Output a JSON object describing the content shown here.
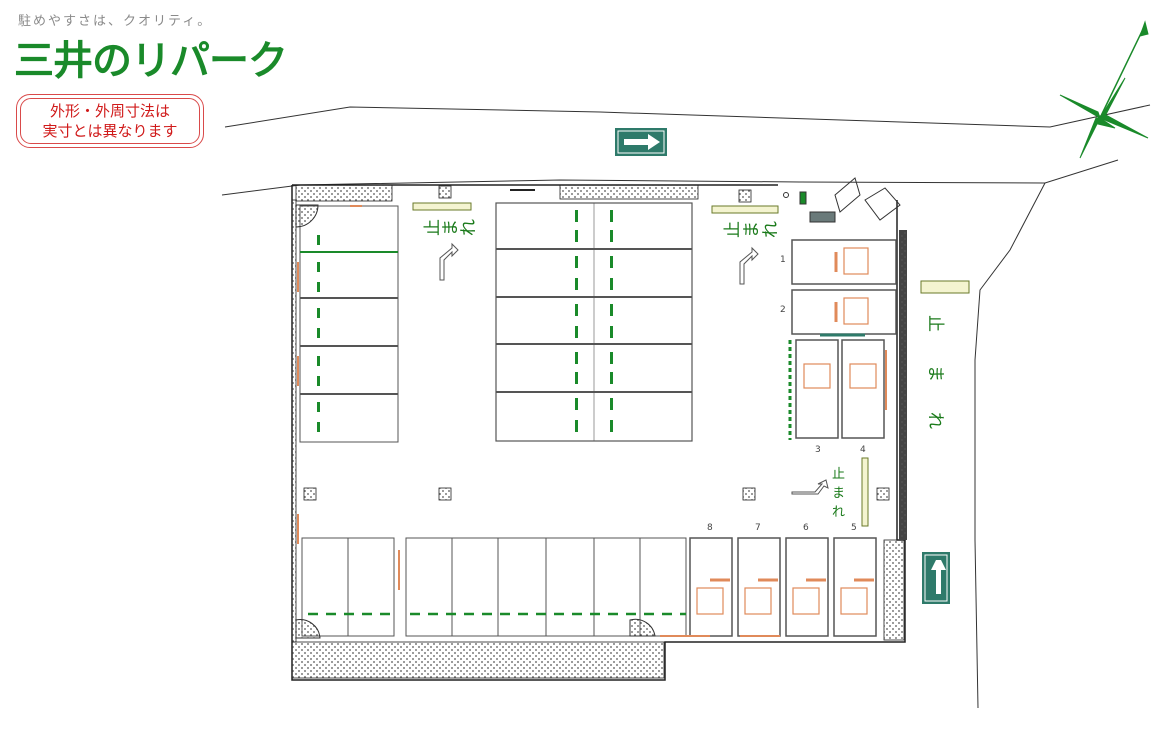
{
  "brand": {
    "tagline": "駐めやすさは、クオリティ。",
    "logo_text": "三井のリパーク",
    "brand_color": "#1a8a2a"
  },
  "notice": {
    "line1": "外形・外周寸法は",
    "line2": "実寸とは異なります"
  },
  "map": {
    "stop_marking": [
      "止",
      "ま",
      "れ"
    ],
    "right_bay_numbers": [
      "1",
      "2",
      "3",
      "4"
    ],
    "bottom_bay_numbers": [
      "8",
      "7",
      "6",
      "5"
    ],
    "direction_arrows": [
      {
        "name": "top-arrow",
        "direction": "right"
      },
      {
        "name": "right-arrow",
        "direction": "up"
      }
    ],
    "north_indicator": "compass-icon",
    "colors": {
      "sign_teal": "#2e7a6a",
      "green_marking": "#1a8a2a",
      "orange_marking": "#e08a5a",
      "hatch": "#888888"
    }
  }
}
